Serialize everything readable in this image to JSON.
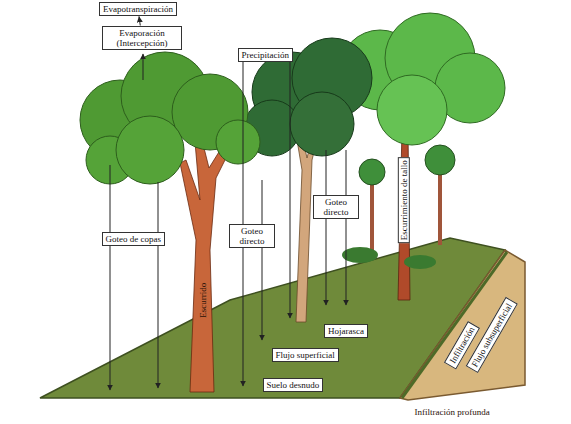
{
  "diagram": {
    "nodes": [
      {
        "text": [
          "Evapotranspiración"
        ]
      },
      {
        "text": [
          "Evaporación (Intercepción)"
        ]
      },
      {
        "text": [
          "Precipitación"
        ]
      },
      {
        "text": [
          "Goteo de copas"
        ]
      },
      {
        "text": [
          "Goteo directo"
        ]
      },
      {
        "text": [
          "Goteo directo"
        ]
      },
      {
        "text": [
          "Hojarasca"
        ]
      },
      {
        "text": [
          "Flujo superficial"
        ]
      },
      {
        "text": [
          "Suelo desnudo"
        ]
      },
      {
        "text": [
          "Infiltración"
        ]
      },
      {
        "text": [
          "Flujo subsuperficial"
        ]
      }
    ],
    "edges": [
      {
        "from": 1,
        "to": 0,
        "arrow": "to"
      }
    ],
    "labels": [
      "Escurrido",
      "Escurrimiento de tallo",
      "Infiltración profunda"
    ]
  }
}
